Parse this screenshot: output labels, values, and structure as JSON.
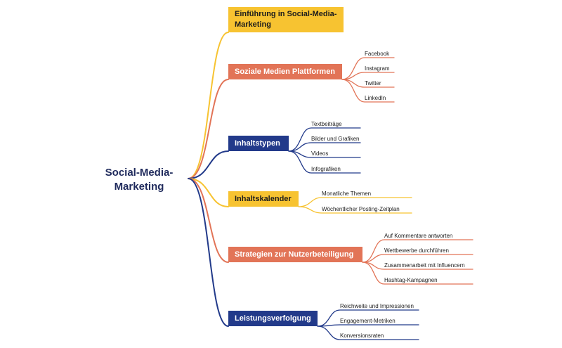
{
  "root": {
    "line1": "Social-Media-",
    "line2": "Marketing"
  },
  "colors": {
    "yellow": "#f7c331",
    "orange": "#e27457",
    "blue": "#223a8a"
  },
  "branches": [
    {
      "label": "Einführung in Social-Media-Marketing",
      "color": "yellow",
      "children": []
    },
    {
      "label": "Soziale Medien Plattformen",
      "color": "orange",
      "children": [
        "Facebook",
        "Instagram",
        "Twitter",
        "LinkedIn"
      ]
    },
    {
      "label": "Inhaltstypen",
      "color": "blue",
      "children": [
        "Textbeiträge",
        "Bilder und Grafiken",
        "Videos",
        "Infografiken"
      ]
    },
    {
      "label": "Inhaltskalender",
      "color": "yellow",
      "children": [
        "Monatliche Themen",
        "Wöchentlicher Posting-Zeitplan"
      ]
    },
    {
      "label": "Strategien zur Nutzerbeteiligung",
      "color": "orange",
      "children": [
        "Auf Kommentare antworten",
        "Wettbewerbe durchführen",
        "Zusammenarbeit mit Influencern",
        "Hashtag-Kampagnen"
      ]
    },
    {
      "label": "Leistungsverfolgung",
      "color": "blue",
      "children": [
        "Reichweite und Impressionen",
        "Engagement-Metriken",
        "Konversionsraten"
      ]
    }
  ]
}
